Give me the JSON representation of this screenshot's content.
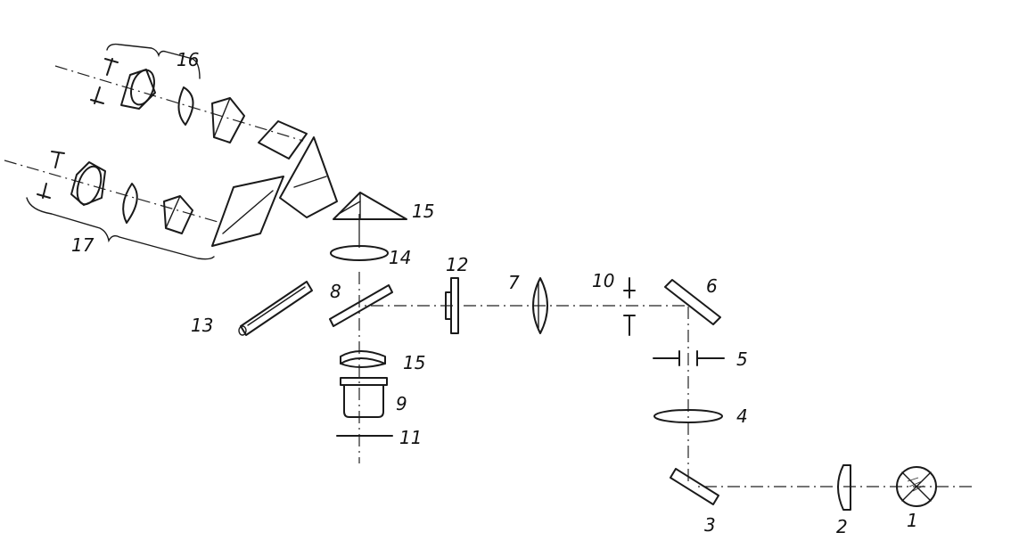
{
  "diagram": {
    "labels": {
      "c1": "1",
      "c2": "2",
      "c3": "3",
      "c4": "4",
      "c5": "5",
      "c6": "6",
      "c7": "7",
      "c8": "8",
      "c9": "9",
      "c10": "10",
      "c11": "11",
      "c12": "12",
      "c13": "13",
      "c14": "14",
      "c15_top": "15",
      "c15_bottom": "15",
      "c16": "16",
      "c17": "17"
    }
  }
}
